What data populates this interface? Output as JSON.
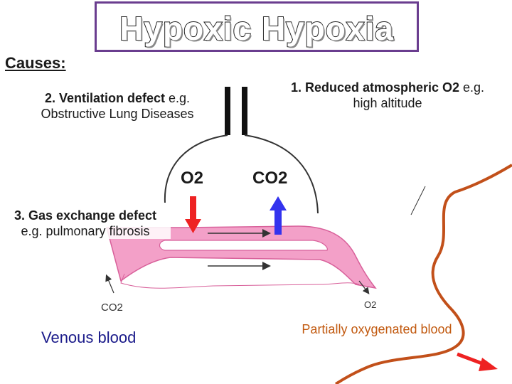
{
  "title": "Hypoxic Hypoxia",
  "causes_heading": "Causes:",
  "cause1": {
    "bold": "1. Reduced atmospheric O2",
    "rest": " e.g. high altitude"
  },
  "cause2": {
    "bold": "2. Ventilation defect",
    "rest": " e.g. Obstructive Lung Diseases"
  },
  "cause3": {
    "bold": "3. Gas exchange defect",
    "rest": " e.g. pulmonary fibrosis"
  },
  "o2_label": "O2",
  "co2_label": "CO2",
  "venous_label": "Venous blood",
  "partial_label": "Partially oxygenated blood",
  "co2_subscript_label": "CO2",
  "o2_subscript_label": "O2",
  "colors": {
    "o2_arrow": "#ee2222",
    "co2_arrow": "#3333ee",
    "vessel": "#f3a0c8",
    "vessel_edge": "#d8609a",
    "partial_blood": "#c2501a",
    "title_border": "#6a3d8f"
  }
}
